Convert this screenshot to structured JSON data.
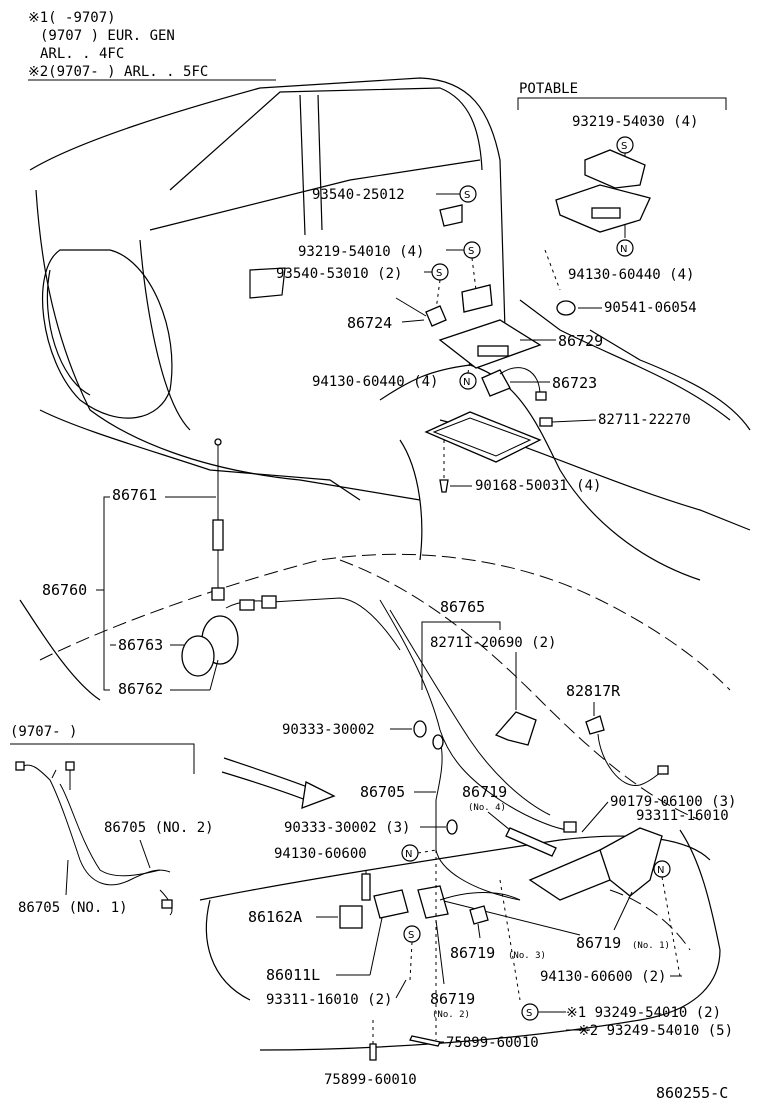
{
  "notes": {
    "line1": "※1(      -9707)",
    "line2": " (9707      ) EUR. GEN",
    "line3": "               ARL. . 4FC",
    "line4": "※2(9707-      ) ARL. . 5FC"
  },
  "potable": {
    "title": "POTABLE"
  },
  "inset": {
    "title": "(9707-      )"
  },
  "labels": {
    "p93219_54030": "93219-54030 (4)",
    "p93540_25012": "93540-25012",
    "p93219_54010": "93219-54010 (4)",
    "p93540_53010": "93540-53010 (2)",
    "p94130_60440_r": "94130-60440 (4)",
    "p90541_06054": "90541-06054",
    "p86724": "86724",
    "p86729": "86729",
    "p94130_60440_l": "94130-60440 (4)",
    "p86723": "86723",
    "p82711_22270": "82711-22270",
    "p90168_50031": "90168-50031 (4)",
    "p86761": "86761",
    "p86760": "86760",
    "p86763": "86763",
    "p86762": "86762",
    "p86765": "86765",
    "p82711_20690": "82711-20690 (2)",
    "p82817R": "82817R",
    "p90333_30002": "90333-30002",
    "p86705": "86705",
    "p86719_no4": "86719",
    "p86719_no4_sub": "(No. 4)",
    "p90179_06100": "90179-06100 (3)",
    "p93311_16010_r": "93311-16010",
    "p90333_30002_3": "90333-30002 (3)",
    "p94130_60600": "94130-60600",
    "p86705_no2": "86705 (NO. 2)",
    "p86705_no1": "86705 (NO. 1)",
    "p86162A": "86162A",
    "p86719_no3": "86719",
    "p86719_no3_sub": "(No. 3)",
    "p86719_no1": "86719",
    "p86719_no1_sub": "(No. 1)",
    "p86011L": "86011L",
    "p94130_60600_2": "94130-60600 (2)",
    "p93311_16010_2": "93311-16010 (2)",
    "p86719_no2": "86719",
    "p86719_no2_sub": "(No. 2)",
    "p93249_54010_2": "※1 93249-54010 (2)",
    "p93249_54010_5": "※2 93249-54010 (5)",
    "p75899_60010_r": "75899-60010",
    "p75899_60010_b": "75899-60010"
  },
  "symbols": {
    "s": "S",
    "n": "N"
  },
  "footer": {
    "code": "860255-C"
  }
}
